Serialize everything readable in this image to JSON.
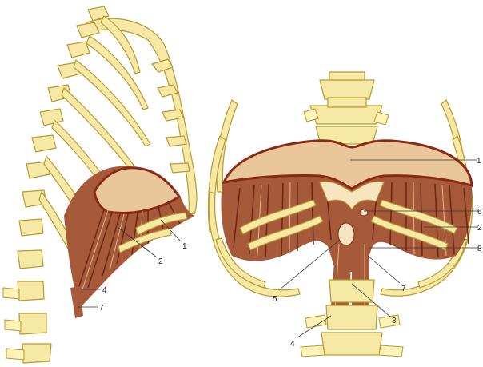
{
  "left_view": {
    "labels": [
      "1",
      "2",
      "4",
      "7"
    ]
  },
  "right_view": {
    "labels": [
      "1",
      "6",
      "2",
      "8",
      "5",
      "7",
      "3",
      "4"
    ]
  }
}
